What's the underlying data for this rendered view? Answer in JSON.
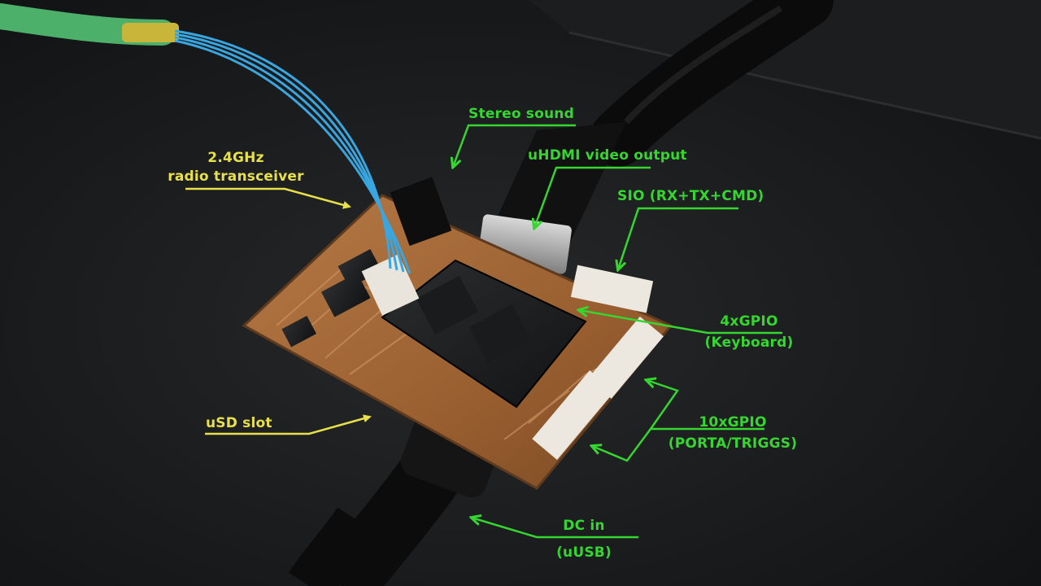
{
  "annotations": {
    "radio": {
      "line1": "2.4GHz",
      "line2": "radio transceiver"
    },
    "stereo": {
      "text": "Stereo sound"
    },
    "uhdmi": {
      "text": "uHDMI video output"
    },
    "sio": {
      "text": "SIO (RX+TX+CMD)"
    },
    "gpio4": {
      "line1": "4xGPIO",
      "line2": "(Keyboard)"
    },
    "gpio10": {
      "line1": "10xGPIO",
      "line2": "(PORTA/TRIGGS)"
    },
    "usd": {
      "text": "uSD slot"
    },
    "dcin": {
      "line1": "DC in",
      "line2": "(uUSB)"
    }
  },
  "colors": {
    "yellow_annotation": "#e8e04a",
    "green_annotation": "#35d62f",
    "background": "#141516",
    "pcb_copper": "#a86a3a",
    "cable_black": "#0c0c0c",
    "wire_blue": "#3aa6e0"
  }
}
